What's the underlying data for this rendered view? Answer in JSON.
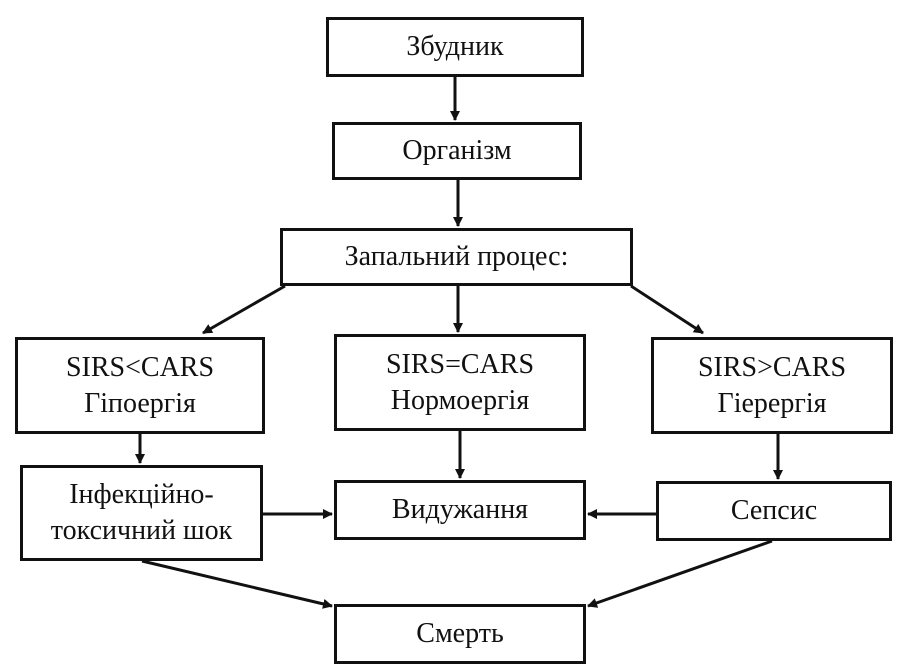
{
  "diagram": {
    "nodes": {
      "zbudnyk": {
        "label": "Збудник"
      },
      "organizm": {
        "label": "Організм"
      },
      "zapalnyi": {
        "label": "Запальний процес:"
      },
      "hipo": {
        "line1": "SIRS<CARS",
        "line2": "Гіпоергія"
      },
      "normo": {
        "line1": "SIRS=CARS",
        "line2": "Нормоергія"
      },
      "hiper": {
        "line1": "SIRS>CARS",
        "line2": "Гіерергія"
      },
      "shock": {
        "line1": "Інфекційно-",
        "line2": "токсичний шок"
      },
      "vyduzh": {
        "label": "Видужання"
      },
      "sepsis": {
        "label": "Сепсис"
      },
      "smert": {
        "label": "Смерть"
      }
    },
    "edges": [
      {
        "from": "zbudnyk",
        "to": "organizm"
      },
      {
        "from": "organizm",
        "to": "zapalnyi"
      },
      {
        "from": "zapalnyi",
        "to": "hipo"
      },
      {
        "from": "zapalnyi",
        "to": "normo"
      },
      {
        "from": "zapalnyi",
        "to": "hiper"
      },
      {
        "from": "hipo",
        "to": "shock"
      },
      {
        "from": "normo",
        "to": "vyduzh"
      },
      {
        "from": "hiper",
        "to": "sepsis"
      },
      {
        "from": "shock",
        "to": "vyduzh"
      },
      {
        "from": "sepsis",
        "to": "vyduzh"
      },
      {
        "from": "shock",
        "to": "smert"
      },
      {
        "from": "sepsis",
        "to": "smert"
      }
    ],
    "colors": {
      "line": "#111111",
      "background": "#ffffff"
    }
  }
}
